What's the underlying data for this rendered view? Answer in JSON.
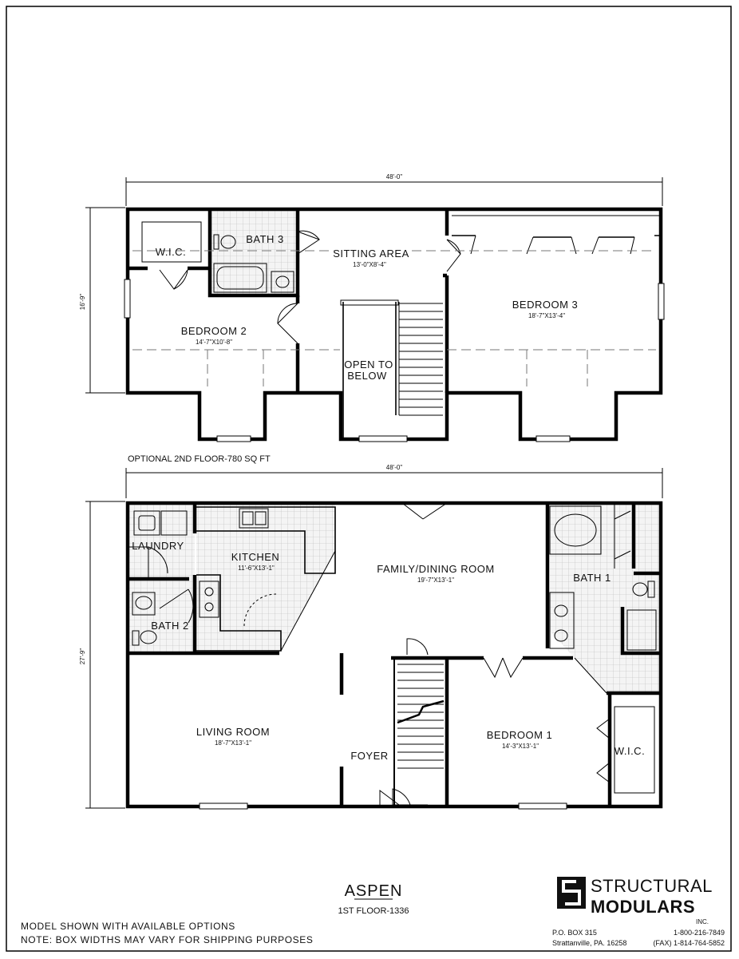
{
  "second_floor": {
    "width_dimension": "48'-0\"",
    "depth_dimension": "16'-9\"",
    "caption": "OPTIONAL 2ND FLOOR-780 SQ FT",
    "rooms": {
      "wic": {
        "name": "W.I.C."
      },
      "bath3": {
        "name": "BATH 3"
      },
      "sitting_area": {
        "name": "SITTING AREA",
        "size": "13'-0\"X8'-4\""
      },
      "bedroom3": {
        "name": "BEDROOM 3",
        "size": "18'-7\"X13'-4\""
      },
      "bedroom2": {
        "name": "BEDROOM 2",
        "size": "14'-7\"X10'-8\""
      },
      "open_to_below": {
        "line1": "OPEN TO",
        "line2": "BELOW"
      }
    }
  },
  "first_floor": {
    "width_dimension": "48'-0\"",
    "depth_dimension": "27'-9\"",
    "rooms": {
      "laundry": {
        "name": "LAUNDRY"
      },
      "kitchen": {
        "name": "KITCHEN",
        "size": "11'-6\"X13'-1\""
      },
      "family_dining": {
        "name": "FAMILY/DINING ROOM",
        "size": "19'-7\"X13'-1\""
      },
      "bath1": {
        "name": "BATH 1"
      },
      "bath2": {
        "name": "BATH 2"
      },
      "living_room": {
        "name": "LIVING ROOM",
        "size": "18'-7\"X13'-1\""
      },
      "foyer": {
        "name": "FOYER"
      },
      "bedroom1": {
        "name": "BEDROOM 1",
        "size": "14'-3\"X13'-1\""
      },
      "wic": {
        "name": "W.I.C."
      }
    }
  },
  "title_block": {
    "model_name": "ASPEN",
    "first_floor_sqft": "1ST FLOOR-1336",
    "note1": "MODEL SHOWN WITH AVAILABLE OPTIONS",
    "note2": "NOTE: BOX WIDTHS MAY VARY FOR SHIPPING PURPOSES"
  },
  "company": {
    "logo_icon": "structural-modulars-logo-icon",
    "name_line1": "STRUCTURAL",
    "name_line2": "MODULARS",
    "suffix": "INC.",
    "address_line1": "P.O. BOX 315",
    "address_line2": "Strattanville, PA.  16258",
    "phone": "1-800-216-7849",
    "fax": "(FAX) 1-814-764-5852"
  }
}
